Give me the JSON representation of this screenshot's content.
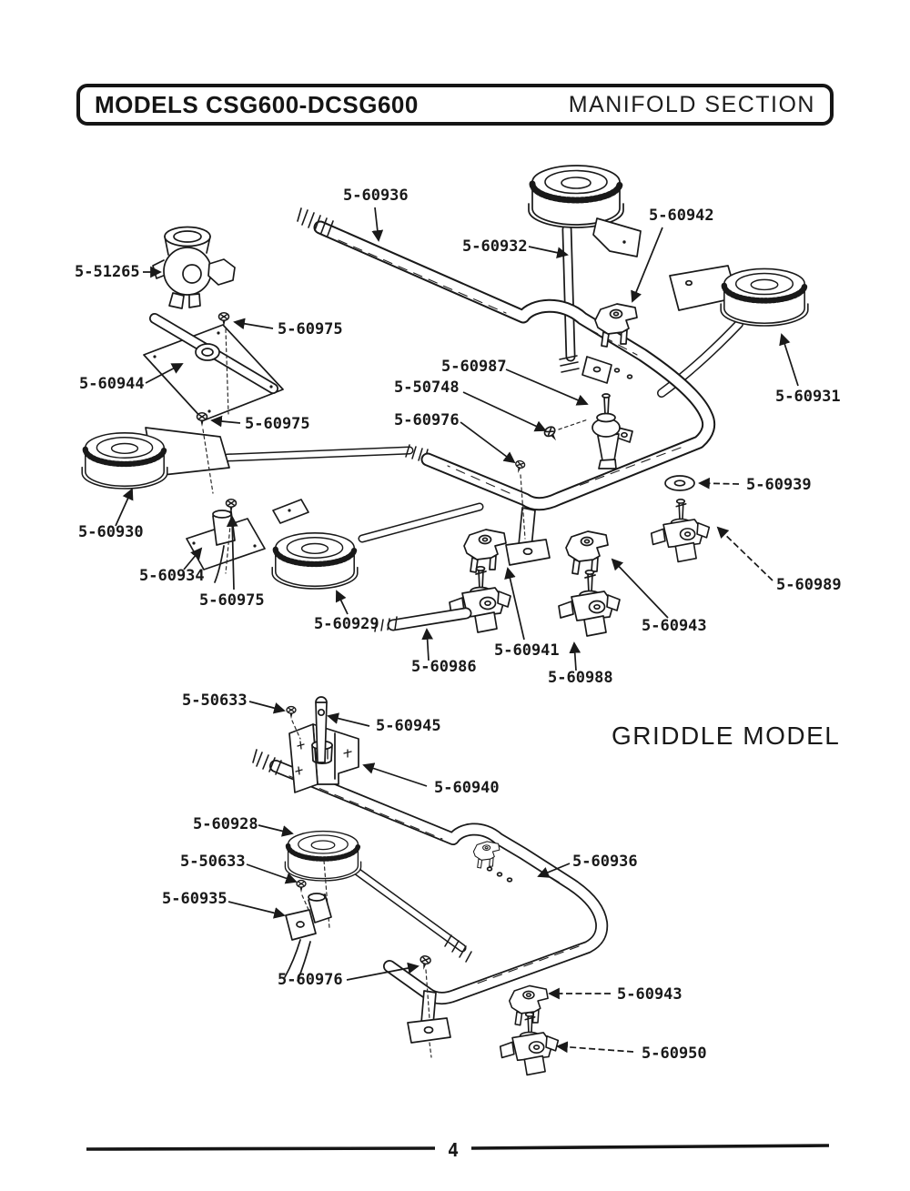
{
  "header": {
    "models": "MODELS CSG600-DCSG600",
    "section": "MANIFOLD SECTION"
  },
  "griddle_title": "GRIDDLE MODEL",
  "page_number": "4",
  "colors": {
    "ink": "#191919",
    "paper": "#ffffff"
  },
  "callouts_main": [
    {
      "part": "5-60936"
    },
    {
      "part": "5-60932"
    },
    {
      "part": "5-60942"
    },
    {
      "part": "5-51265"
    },
    {
      "part": "5-60975"
    },
    {
      "part": "5-60944"
    },
    {
      "part": "5-60987"
    },
    {
      "part": "5-50748"
    },
    {
      "part": "5-60976"
    },
    {
      "part": "5-60975"
    },
    {
      "part": "5-60931"
    },
    {
      "part": "5-60939"
    },
    {
      "part": "5-60930"
    },
    {
      "part": "5-60934"
    },
    {
      "part": "5-60989"
    },
    {
      "part": "5-60975"
    },
    {
      "part": "5-60929"
    },
    {
      "part": "5-60941"
    },
    {
      "part": "5-60986"
    },
    {
      "part": "5-60988"
    },
    {
      "part": "5-60943"
    }
  ],
  "callouts_griddle": [
    {
      "part": "5-50633"
    },
    {
      "part": "5-60945"
    },
    {
      "part": "5-60940"
    },
    {
      "part": "5-60928"
    },
    {
      "part": "5-50633"
    },
    {
      "part": "5-60935"
    },
    {
      "part": "5-60936"
    },
    {
      "part": "5-60976"
    },
    {
      "part": "5-60943"
    },
    {
      "part": "5-60950"
    }
  ]
}
